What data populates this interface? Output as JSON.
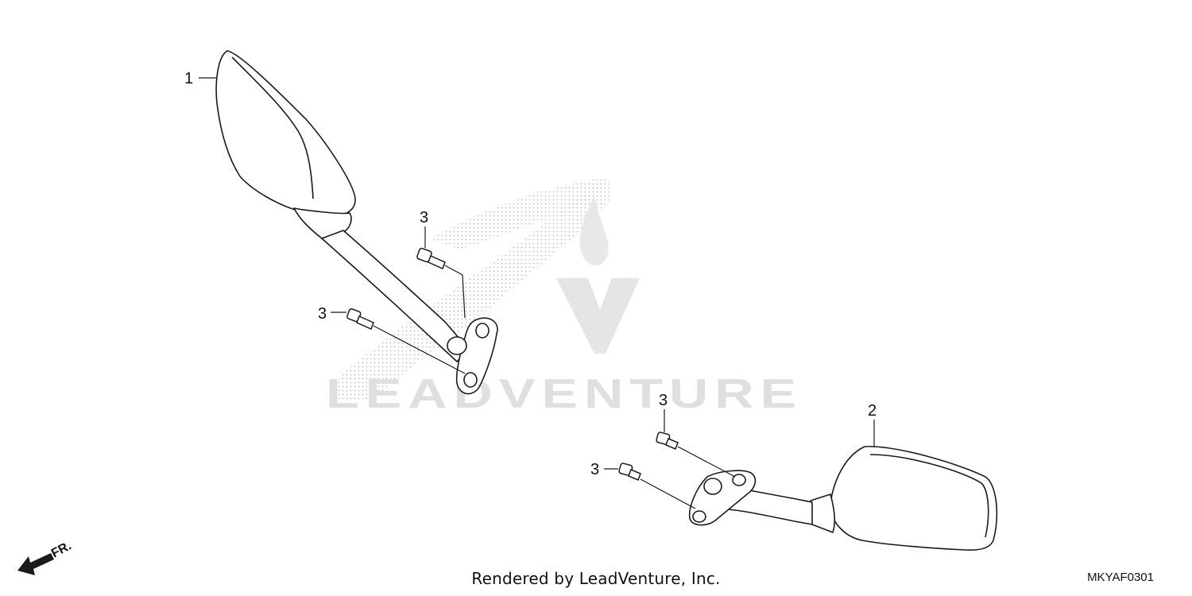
{
  "callouts": {
    "part_1": "1",
    "part_2": "2",
    "bolt_a": "3",
    "bolt_b": "3",
    "bolt_c": "3",
    "bolt_d": "3"
  },
  "direction_label": "FR.",
  "footer": {
    "credit": "Rendered by LeadVenture, Inc.",
    "diagram_code": "MKYAF0301"
  },
  "watermark_text": "LEADVENTURE",
  "colors": {
    "line": "#1a1a1a",
    "watermark": "#c9c9c9"
  }
}
